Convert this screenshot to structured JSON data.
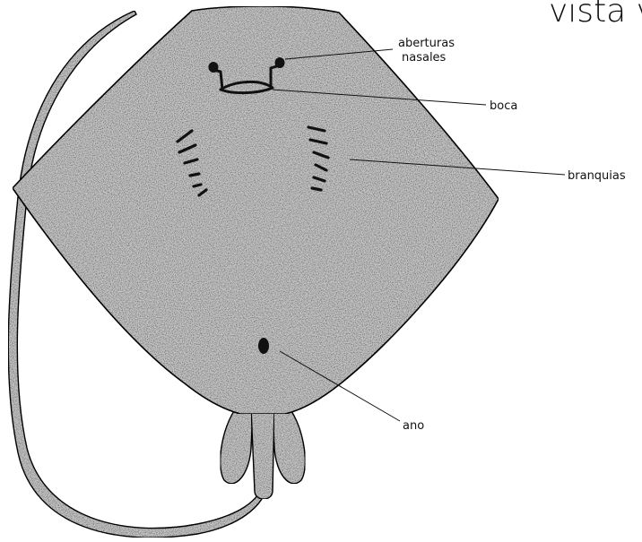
{
  "title": "vista v",
  "labels": {
    "nostrils_line1": "aberturas",
    "nostrils_line2": "nasales",
    "mouth": "boca",
    "gills": "branquias",
    "anus": "ano"
  },
  "colors": {
    "body_fill": "#c9c9c9",
    "outline": "#111111"
  }
}
